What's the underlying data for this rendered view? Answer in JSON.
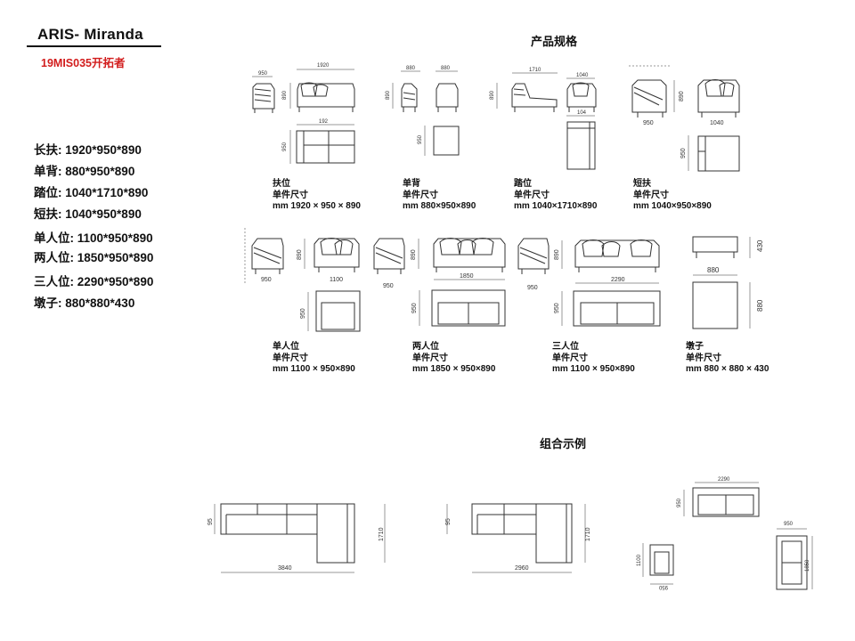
{
  "header": {
    "title": "ARIS- Miranda",
    "code": "19MIS035开拓者"
  },
  "specs": [
    "长扶: 1920*950*890",
    "单背: 880*950*890",
    "踏位: 1040*1710*890",
    "短扶: 1040*950*890",
    "单人位: 1100*950*890",
    "两人位: 1850*950*890",
    "三人位: 2290*950*890",
    "墩子: 880*880*430"
  ],
  "sections": {
    "specs_title": "产品规格",
    "combo_title": "组合示例"
  },
  "captions": [
    {
      "name": "扶位",
      "label": "单件尺寸",
      "size": "mm 1920 × 950 × 890"
    },
    {
      "name": "单背",
      "label": "单件尺寸",
      "size": "mm 880×950×890"
    },
    {
      "name": "踏位",
      "label": "单件尺寸",
      "size": "mm 1040×1710×890"
    },
    {
      "name": "短扶",
      "label": "单件尺寸",
      "size": "mm 1040×950×890"
    },
    {
      "name": "单人位",
      "label": "单件尺寸",
      "size": "mm 1100 × 950×890"
    },
    {
      "name": "两人位",
      "label": "单件尺寸",
      "size": "mm 1850 × 950×890"
    },
    {
      "name": "三人位",
      "label": "单件尺寸",
      "size": "mm 1100 × 950×890"
    },
    {
      "name": "墩子",
      "label": "单件尺寸",
      "size": "mm 880 × 880 × 430"
    }
  ],
  "dims": {
    "d1": "950",
    "d2": "1920",
    "d3": "890",
    "d4": "192",
    "d5": "950",
    "d6": "880",
    "d7": "880",
    "d8": "890",
    "d9": "950",
    "d10": "1710",
    "d11": "1040",
    "d12": "890",
    "d13": "104",
    "d14": "890",
    "d15": "950",
    "d16": "1040",
    "d17": "950",
    "d18": "890",
    "d19": "950",
    "d20": "1100",
    "d21": "950",
    "d22": "950",
    "d23": "890",
    "d24": "1850",
    "d25": "950",
    "d26": "890",
    "d27": "950",
    "d28": "2290",
    "d29": "950",
    "d30": "430",
    "d31": "880",
    "d32": "880",
    "d33": "95",
    "d34": "1710",
    "d35": "3840",
    "d36": "95",
    "d37": "1710",
    "d38": "2960",
    "d39": "2290",
    "d40": "950",
    "d41": "950",
    "d42": "1850",
    "d43": "1100",
    "d44": "950"
  }
}
